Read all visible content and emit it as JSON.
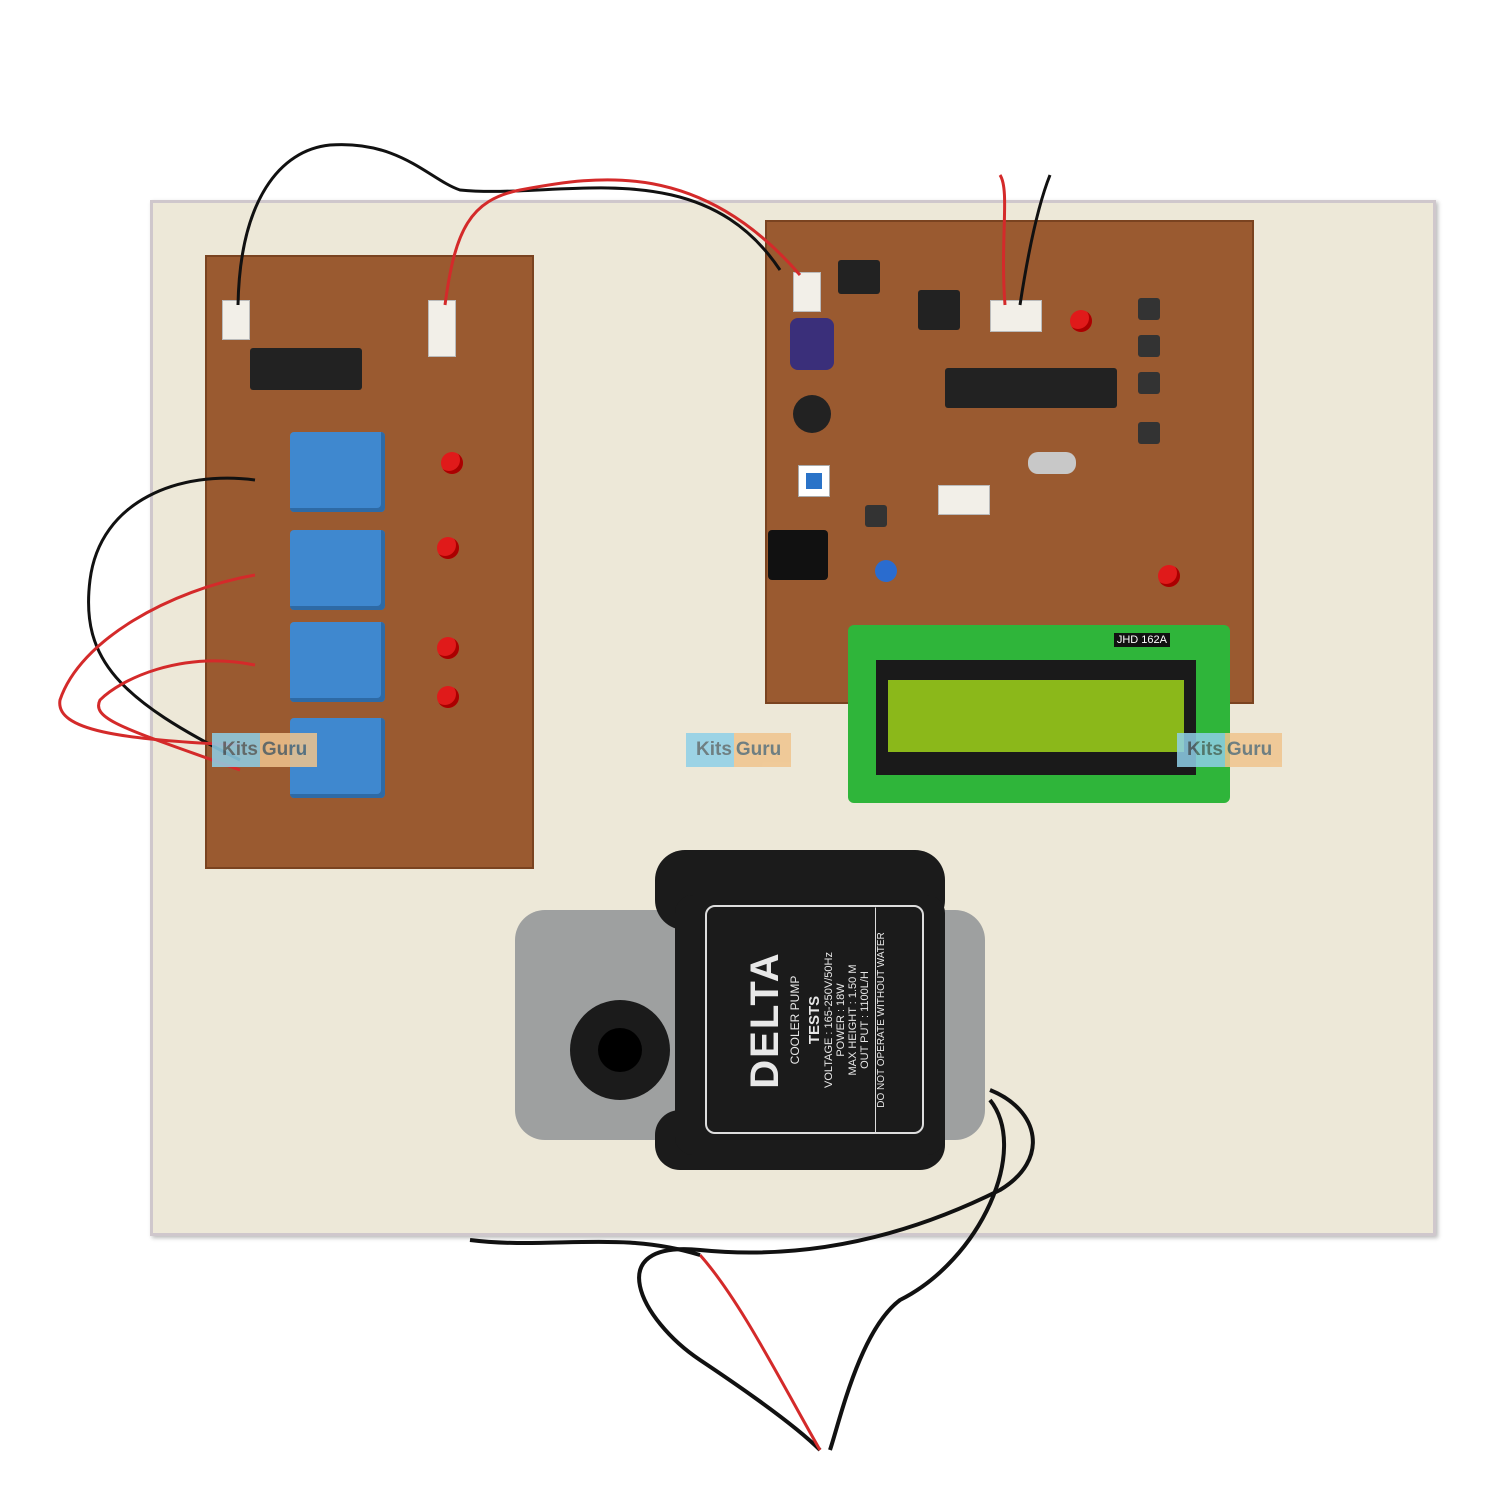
{
  "scene": {
    "description": "Electronics project kit mounted on a cream board: relay driver PCB, microcontroller PCB with 16x2 LCD, and a submersible cooler pump",
    "colors": {
      "board": "#ede8d8",
      "pcb": "#9a5a30",
      "relay": "#3f88cf",
      "lcd_screen": "#8bb81a",
      "lcd_pcb": "#2fb53a",
      "pump_body": "#1b1b1b"
    }
  },
  "watermarks": [
    {
      "part_a": "Kits",
      "part_b": "Guru"
    },
    {
      "part_a": "Kits",
      "part_b": "Guru"
    },
    {
      "part_a": "Kits",
      "part_b": "Guru"
    }
  ],
  "lcd": {
    "model_label": "JHD 162A"
  },
  "pump_label": {
    "brand": "DELTA",
    "subtitle": "COOLER PUMP",
    "heading": "TESTS",
    "specs": [
      "VOLTAGE : 165-250V/50Hz",
      "POWER : 18W",
      "MAX HEIGHT : 1.50 M",
      "OUT PUT : 1100L/H"
    ],
    "warning": "DO NOT OPERATE WITHOUT WATER"
  }
}
